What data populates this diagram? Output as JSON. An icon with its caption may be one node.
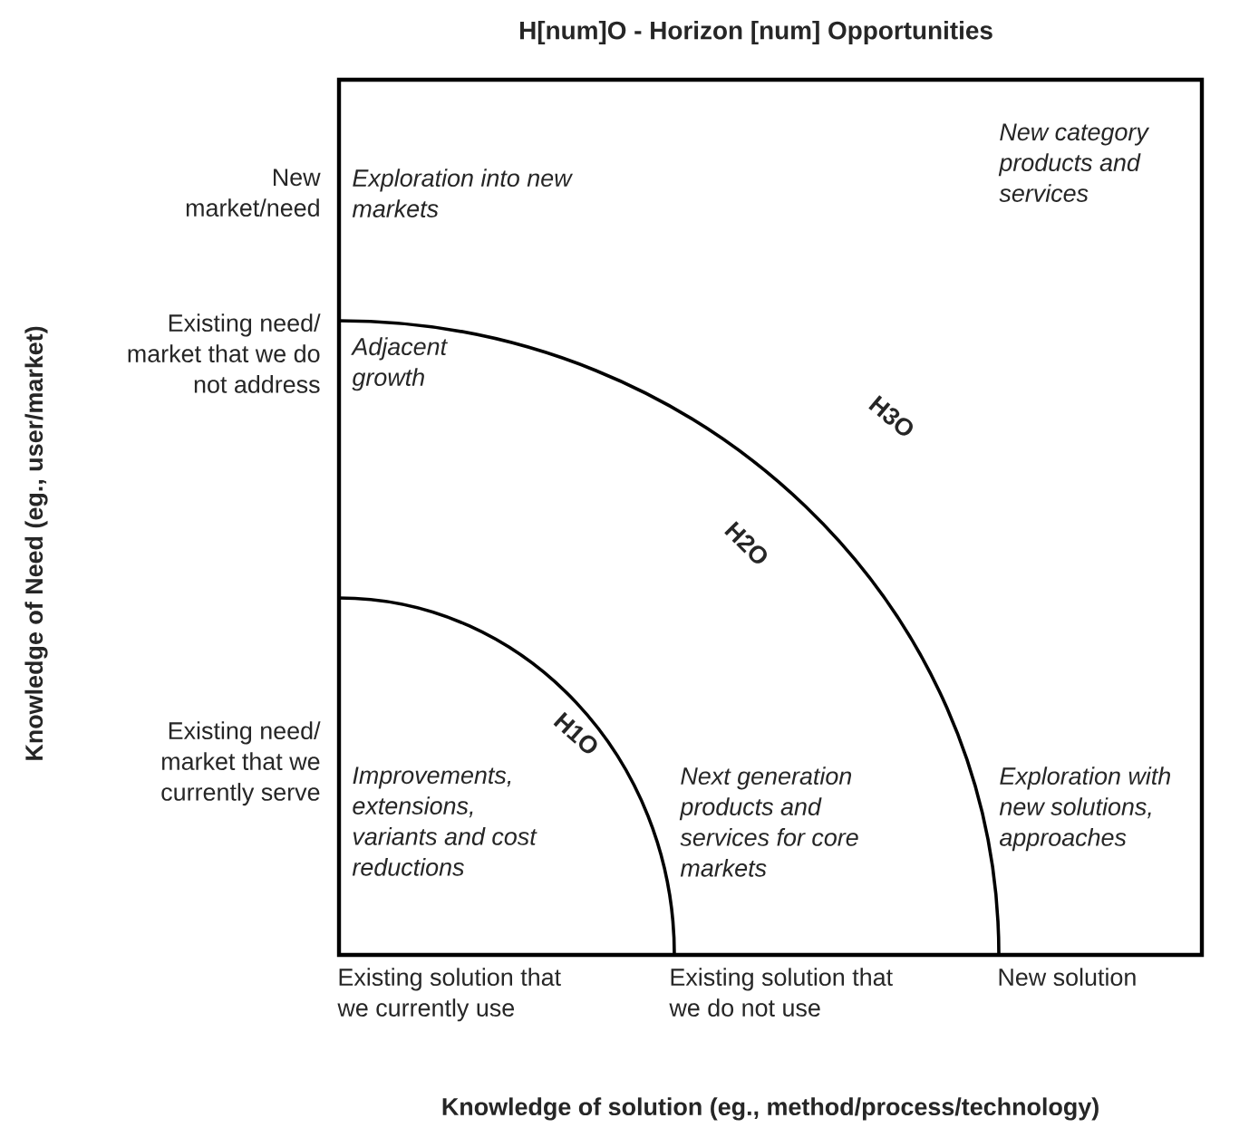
{
  "diagram": {
    "title": "H[num]O - Horizon [num] Opportunities",
    "labels": [
      "New market/need",
      "Exploration into new markets",
      "New category products and services",
      "Existing need/ market that we do not address",
      "Adjacent growth",
      "H3O",
      "H2O",
      "H1O",
      "Existing need/ market that we currently serve",
      "Improvements, extensions, variants and cost reductions",
      "Next generation products and services for core markets",
      "Exploration with new solutions, approaches",
      "Existing solution that we currently use",
      "Existing solution that we do not use",
      "New solution",
      "Knowledge of solution (eg., method/process/technology)",
      "Knowledge of Need (eg., user/market)"
    ]
  }
}
